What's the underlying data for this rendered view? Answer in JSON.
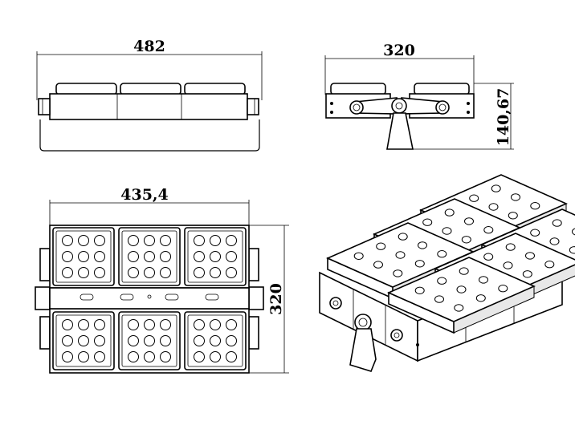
{
  "views": {
    "front": {
      "dimension": "482"
    },
    "side": {
      "dimension_width": "320",
      "dimension_height": "140,67"
    },
    "top": {
      "dimension_width": "435,4",
      "dimension_height": "320"
    },
    "iso": {}
  },
  "colors": {
    "line": "#000000",
    "background": "#ffffff",
    "shade": "#e8e8e8"
  }
}
